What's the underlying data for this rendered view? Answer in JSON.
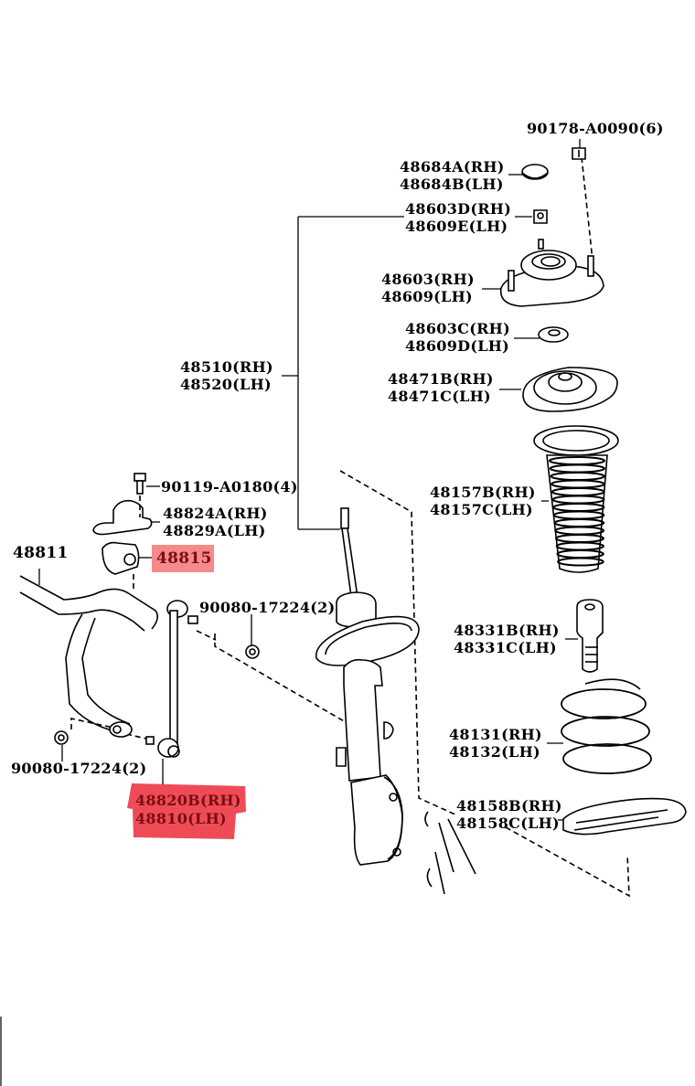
{
  "diagram": {
    "title": "Front Suspension Exploded Parts Diagram",
    "highlight_color": "#ef4b57",
    "highlight_color_light": "#f58a8a",
    "labels": {
      "top_nut": "90178-A0090(6)",
      "cap": [
        "48684A(RH)",
        "48684B(LH)"
      ],
      "nut": [
        "48603D(RH)",
        "48609E(LH)"
      ],
      "support": [
        "48603(RH)",
        "48609(LH)"
      ],
      "washer": [
        "48603C(RH)",
        "48609D(LH)"
      ],
      "seat": [
        "48471B(RH)",
        "48471C(LH)"
      ],
      "absorber": [
        "48510(RH)",
        "48520(LH)"
      ],
      "bolt": "90119-A0180(4)",
      "bracket": [
        "48824A(RH)",
        "48829A(LH)"
      ],
      "boot": [
        "48157B(RH)",
        "48157C(LH)"
      ],
      "stab_bar": "48811",
      "bushing": "48815",
      "link_nut_top": "90080-17224(2)",
      "bumper": [
        "48331B(RH)",
        "48331C(LH)"
      ],
      "spring": [
        "48131(RH)",
        "48132(LH)"
      ],
      "link_nut_bottom": "90080-17224(2)",
      "link": [
        "48820B(RH)",
        "48810(LH)"
      ],
      "insulator": [
        "48158B(RH)",
        "48158C(LH)"
      ]
    },
    "highlighted_parts": [
      "48815",
      "48820B(RH)",
      "48810(LH)"
    ]
  }
}
